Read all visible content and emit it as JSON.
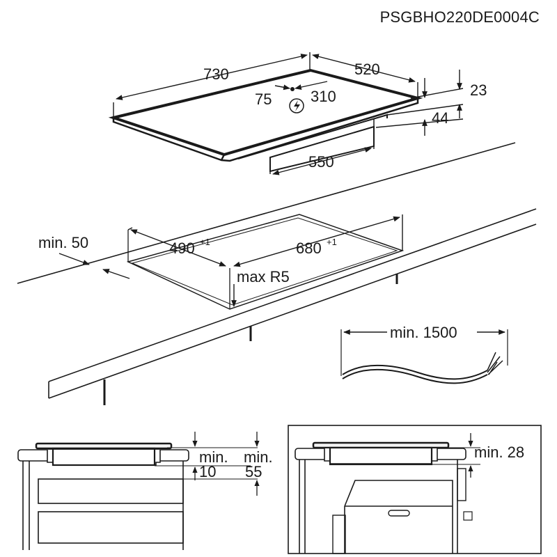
{
  "document_code": "PSGBHO220DE0004C",
  "hob_dimensions": {
    "width": "730",
    "depth": "520",
    "offset_left": "75",
    "offset_right": "310",
    "top_thickness": "23",
    "body_height": "44",
    "body_width": "550"
  },
  "cutout": {
    "min_edge_distance": "min. 50",
    "depth": "490",
    "depth_tolerance": "+1",
    "width": "680",
    "width_tolerance": "+1",
    "corner_radius": "max R5"
  },
  "cable": {
    "min_length": "min. 1500"
  },
  "clearance_drawer": {
    "gap_top_label": "min.",
    "gap_top_value": "10",
    "gap_bottom_label": "min.",
    "gap_bottom_value": "55"
  },
  "clearance_oven": {
    "gap": "min. 28"
  },
  "icons": {
    "electrical_connection": "lightning-bolt-in-circle-icon"
  }
}
